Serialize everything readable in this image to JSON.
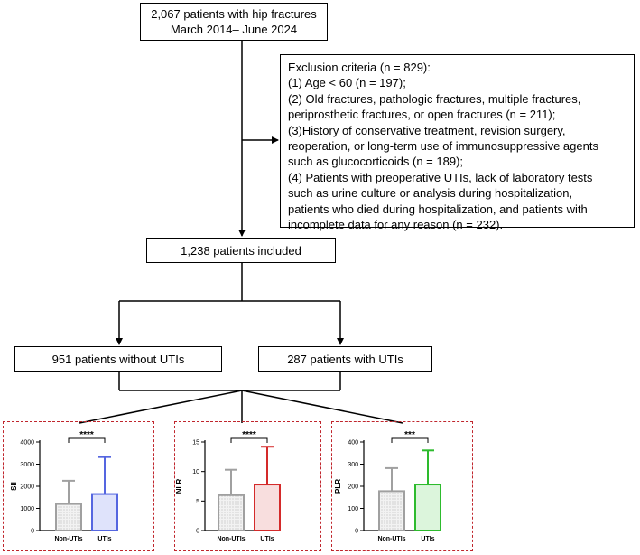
{
  "flow": {
    "top": {
      "line1": "2,067 patients with hip fractures",
      "line2": "March 2014– June 2024"
    },
    "exclusion": {
      "lines": [
        "Exclusion criteria (n = 829):",
        "(1) Age < 60 (n = 197);",
        "(2) Old fractures, pathologic fractures, multiple fractures,",
        "periprosthetic fractures, or open fractures (n = 211);",
        "(3)History of conservative treatment, revision surgery,",
        "reoperation, or long-term use of immunosuppressive agents",
        "such as glucocorticoids (n = 189);",
        "(4) Patients with preoperative UTIs, lack of laboratory tests",
        "such as urine culture or analysis during hospitalization,",
        "patients who died during hospitalization, and patients with",
        "incomplete data for any reason (n = 232)."
      ]
    },
    "included": "1,238 patients included",
    "without_utis": "951 patients without UTIs",
    "with_utis": "287 patients with UTIs"
  },
  "chart_data": [
    {
      "type": "bar",
      "categories": [
        "Non-UTIs",
        "UTIs"
      ],
      "values": [
        1200,
        1650
      ],
      "error_upper": [
        2250,
        3320
      ],
      "ylabel": "SII",
      "ylim": [
        0,
        4000
      ],
      "yticks": [
        "0",
        "1000",
        "2000",
        "3000",
        "4000"
      ],
      "significance": "****",
      "colors": [
        "#a0a0a0",
        "#5566e0"
      ],
      "fills": [
        "#eeeeee",
        "#dfe3fb"
      ]
    },
    {
      "type": "bar",
      "categories": [
        "Non-UTIs",
        "UTIs"
      ],
      "values": [
        6.0,
        7.8
      ],
      "error_upper": [
        10.3,
        14.2
      ],
      "ylabel": "NLR",
      "ylim": [
        0,
        15
      ],
      "yticks": [
        "0",
        "5",
        "10",
        "15"
      ],
      "significance": "****",
      "colors": [
        "#a0a0a0",
        "#d42a2a"
      ],
      "fills": [
        "#eeeeee",
        "#f8dede"
      ]
    },
    {
      "type": "bar",
      "categories": [
        "Non-UTIs",
        "UTIs"
      ],
      "values": [
        178,
        208
      ],
      "error_upper": [
        282,
        362
      ],
      "ylabel": "PLR",
      "ylim": [
        0,
        400
      ],
      "yticks": [
        "0",
        "100",
        "200",
        "300",
        "400"
      ],
      "significance": "***",
      "colors": [
        "#a0a0a0",
        "#2dbb2d"
      ],
      "fills": [
        "#eeeeee",
        "#dcf5dc"
      ]
    }
  ]
}
